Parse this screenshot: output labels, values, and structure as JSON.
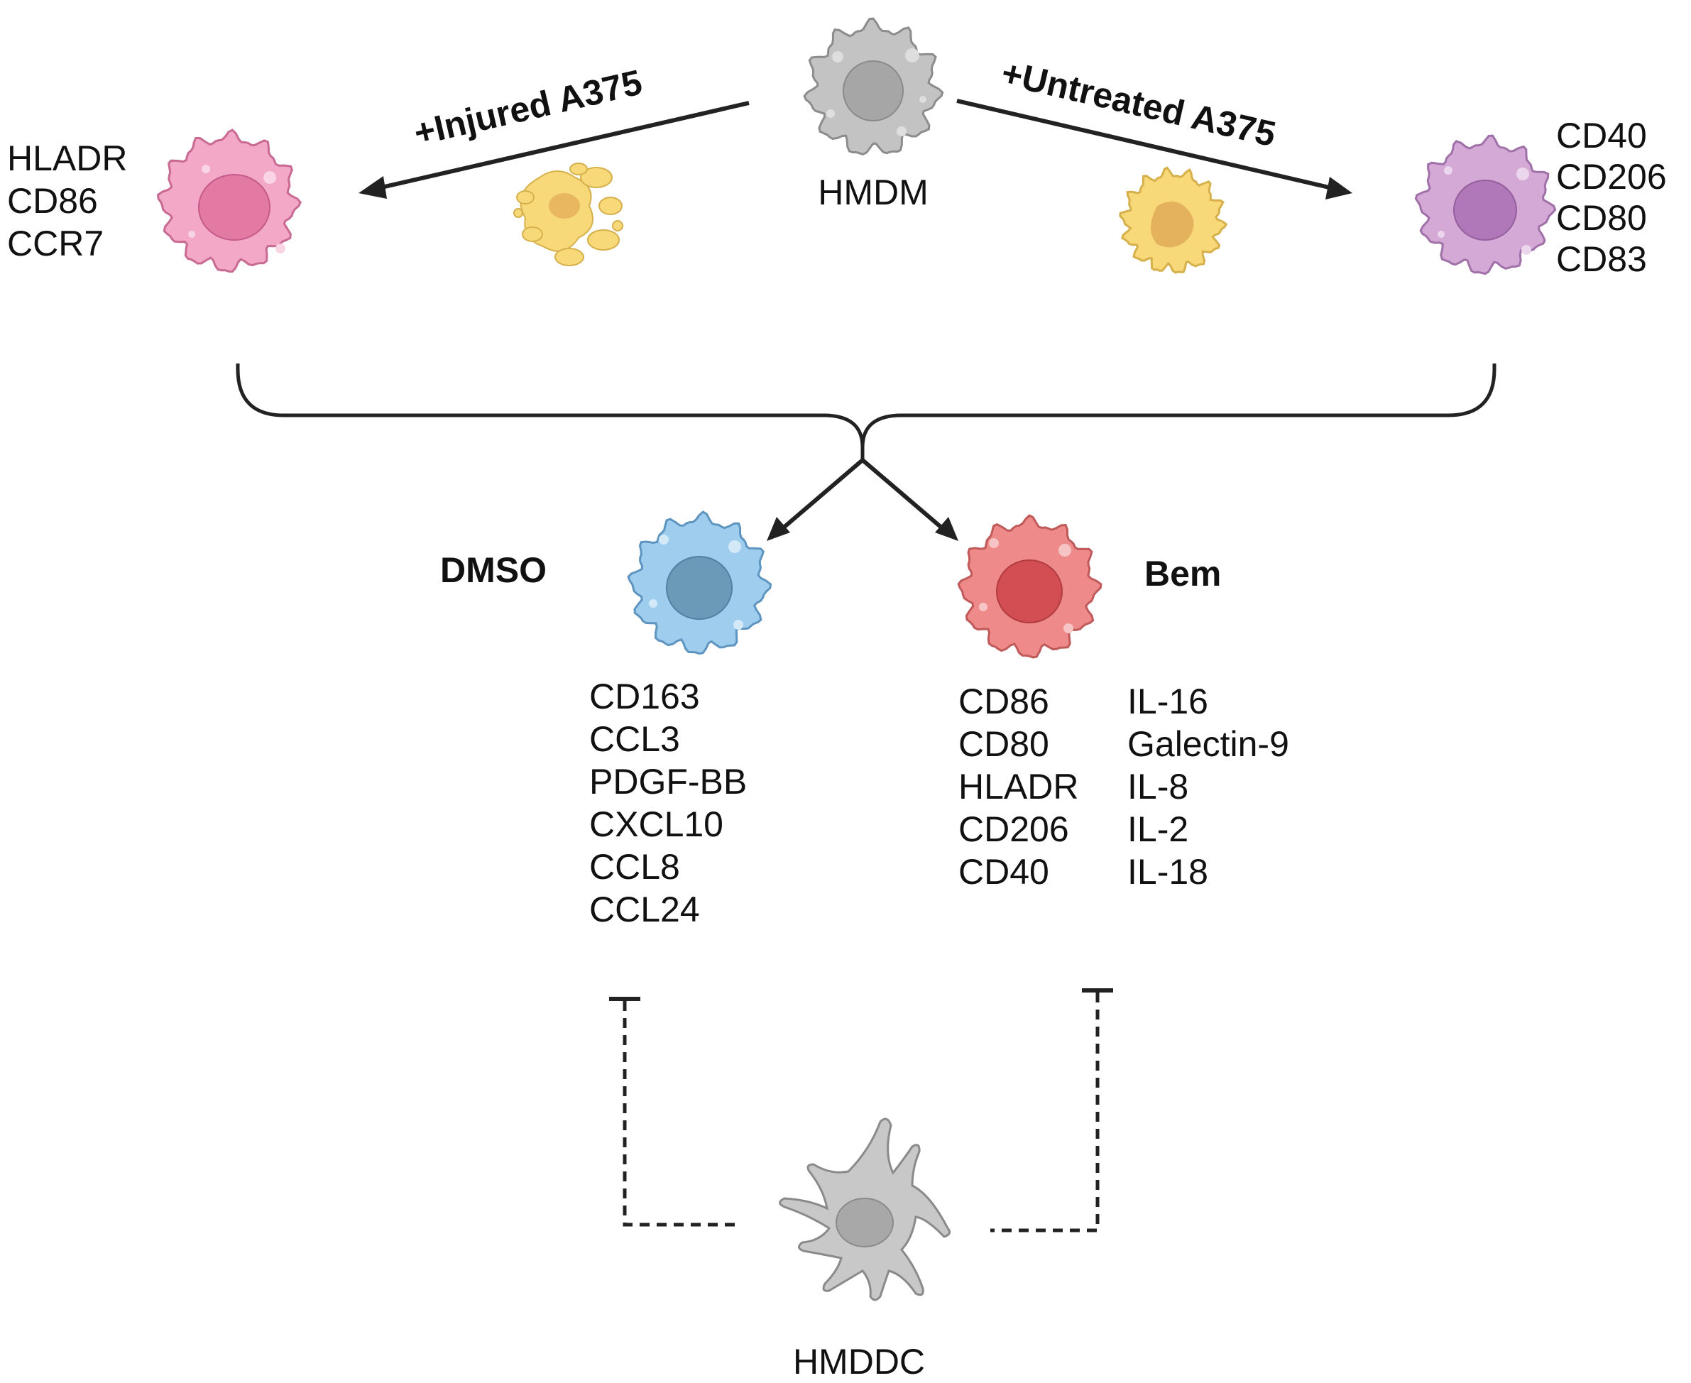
{
  "diagram": {
    "top": {
      "label": "HMDM",
      "arrow_left_label": "+Injured A375",
      "arrow_right_label": "+Untreated A375"
    },
    "left_cell": {
      "markers": [
        "HLADR",
        "CD86",
        "CCR7"
      ]
    },
    "right_cell": {
      "markers": [
        "CD40",
        "CD206",
        "CD80",
        "CD83"
      ]
    },
    "dmso": {
      "label": "DMSO",
      "markers": [
        "CD163",
        "CCL3",
        "PDGF-BB",
        "CXCL10",
        "CCL8",
        "CCL24"
      ]
    },
    "bem": {
      "label": "Bem",
      "markers_col1": [
        "CD86",
        "CD80",
        "HLADR",
        "CD206",
        "CD40"
      ],
      "markers_col2": [
        "IL-16",
        "Galectin-9",
        "IL-8",
        "IL-2",
        "IL-18"
      ]
    },
    "bottom": {
      "label": "HMDDC"
    }
  },
  "colors": {
    "hmdm": "#c3c3c3",
    "injured_cell": "#f2a8c6",
    "untreated_cell": "#d4a9d6",
    "tumor_cell": "#f8d97a",
    "dmso_cell": "#9fcdee",
    "bem_cell": "#ee8a8a",
    "hmddc": "#c8c8c8",
    "line": "#222222"
  },
  "icons": [
    "macrophage-icon",
    "tumor-cell-icon",
    "dendritic-cell-icon",
    "arrow-icon",
    "inhibition-icon"
  ]
}
